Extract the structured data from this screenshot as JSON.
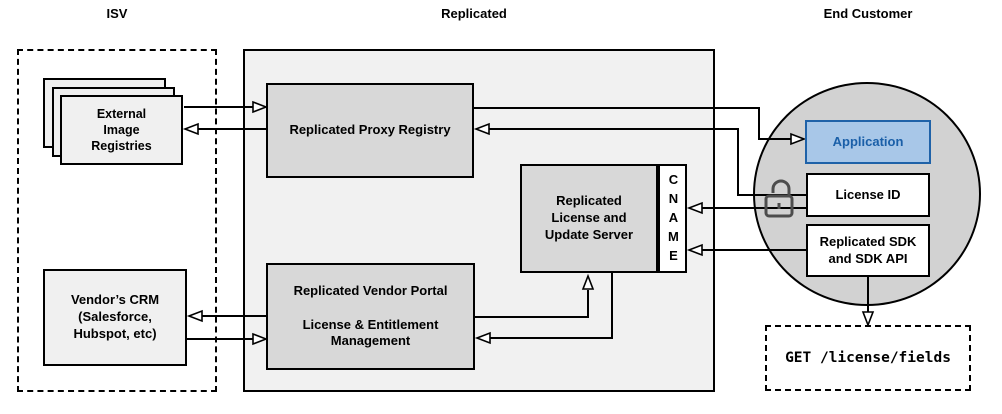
{
  "headers": {
    "isv": "ISV",
    "replicated": "Replicated",
    "end_customer": "End Customer"
  },
  "nodes": {
    "external_image_registries": "External\nImage\nRegistries",
    "vendors_crm": "Vendor’s CRM\n(Salesforce,\nHubspot, etc)",
    "replicated_proxy_registry": "Replicated Proxy Registry",
    "replicated_license_update_server": "Replicated\nLicense and\nUpdate Server",
    "cname": "CNAME",
    "replicated_vendor_portal": "Replicated Vendor Portal\n\nLicense & Entitlement\nManagement",
    "application": "Application",
    "license_id": "License ID",
    "replicated_sdk": "Replicated SDK\nand SDK API",
    "get_request": "GET /license/fields"
  },
  "icons": {
    "unlocked_padlock": "unlocked-padlock-icon"
  },
  "colors": {
    "accent_fill": "#A8C7E8",
    "accent_border": "#1F62A8",
    "accent_text": "#1A5FA8",
    "node_gray": "#D8D8D8",
    "container_gray": "#F1F1F1",
    "light_node_gray": "#F0F0F0",
    "circle_gray": "#D2D2D2",
    "line": "#000000",
    "lock_gray": "#4D4D4D"
  },
  "connections": [
    {
      "from": "External Image Registries",
      "to": "Replicated Proxy Registry"
    },
    {
      "from": "Replicated Proxy Registry",
      "to": "External Image Registries"
    },
    {
      "from": "Replicated Proxy Registry",
      "to": "Application"
    },
    {
      "from": "License ID",
      "to": "Replicated Proxy Registry",
      "via": "unlocked padlock"
    },
    {
      "from": "License ID",
      "to": "CNAME",
      "via": "unlocked padlock"
    },
    {
      "from": "Replicated SDK and SDK API",
      "to": "CNAME"
    },
    {
      "from": "Replicated Vendor Portal",
      "to": "Replicated License and Update Server"
    },
    {
      "from": "Replicated License and Update Server",
      "to": "Replicated Vendor Portal"
    },
    {
      "from": "Replicated Vendor Portal",
      "to": "Vendor's CRM"
    },
    {
      "from": "Vendor's CRM",
      "to": "Replicated Vendor Portal"
    },
    {
      "from": "Replicated SDK and SDK API",
      "to": "GET /license/fields"
    }
  ]
}
